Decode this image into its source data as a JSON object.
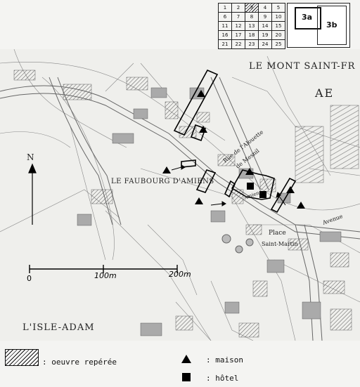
{
  "grid_index": {
    "rows": [
      [
        "1",
        "2",
        "3",
        "4",
        "5"
      ],
      [
        "6",
        "7",
        "8",
        "9",
        "10"
      ],
      [
        "11",
        "12",
        "13",
        "14",
        "15"
      ],
      [
        "16",
        "17",
        "18",
        "19",
        "20"
      ],
      [
        "21",
        "22",
        "23",
        "24",
        "25"
      ]
    ],
    "highlighted": "3"
  },
  "inset": {
    "label_a": "3a",
    "label_b": "3b"
  },
  "map_labels": {
    "le_mont": "LE MONT SAINT-FR",
    "ae": "AE",
    "faubourg": "LE FAUBOURG D'AMIENS",
    "isle_adam": "L'ISLE-ADAM",
    "place": "Place",
    "saint_martin": "Saint-Martin",
    "rue_alouette": "Rue de l'Alouette",
    "rue_mesnil": "de Mesnil",
    "amiens": "Amiens",
    "avenue": "Avenue",
    "north": "N"
  },
  "scale_bar": {
    "labels": [
      "0",
      "100m",
      "200m"
    ]
  },
  "legend": {
    "oeuvre": ": oeuvre repérée",
    "maison": ": maison",
    "hotel": ": hôtel"
  }
}
